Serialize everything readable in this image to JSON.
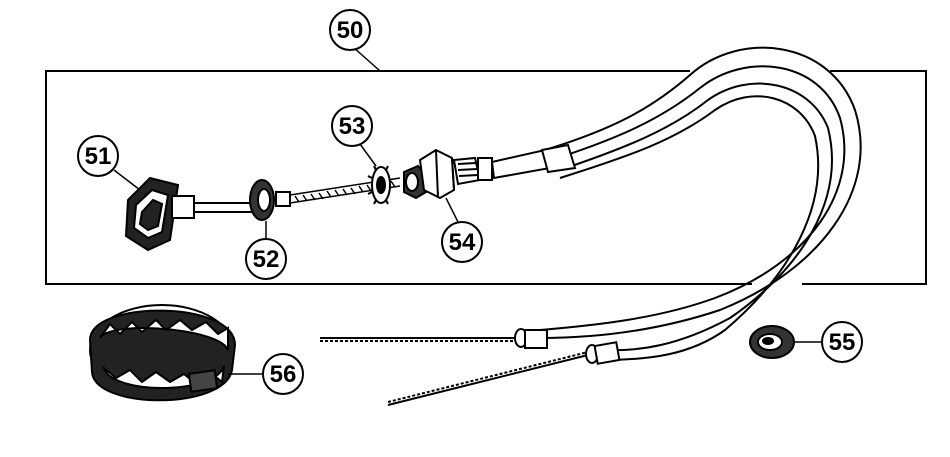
{
  "diagram": {
    "callouts": [
      {
        "id": "c50",
        "label": "50"
      },
      {
        "id": "c51",
        "label": "51"
      },
      {
        "id": "c52",
        "label": "52"
      },
      {
        "id": "c53",
        "label": "53"
      },
      {
        "id": "c54",
        "label": "54"
      },
      {
        "id": "c55",
        "label": "55"
      },
      {
        "id": "c56",
        "label": "56"
      }
    ],
    "colors": {
      "ink": "#000000",
      "paper": "#ffffff",
      "shade": "#555555"
    }
  }
}
